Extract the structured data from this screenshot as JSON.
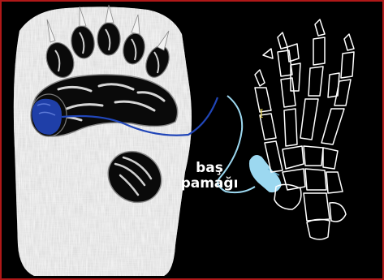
{
  "label": {
    "line1": "baş",
    "line2": "pamağı"
  },
  "digit_marker": "I",
  "colors": {
    "frame_border": "#b01818",
    "background": "#000000",
    "fur": "#e8e8e8",
    "highlight_dark": "#1f3fa8",
    "highlight_light": "#9cd8f0",
    "bone_outline": "#ffffff",
    "marker": "#e6d35a"
  },
  "icons": [
    "paw-print",
    "hand-skeleton"
  ]
}
